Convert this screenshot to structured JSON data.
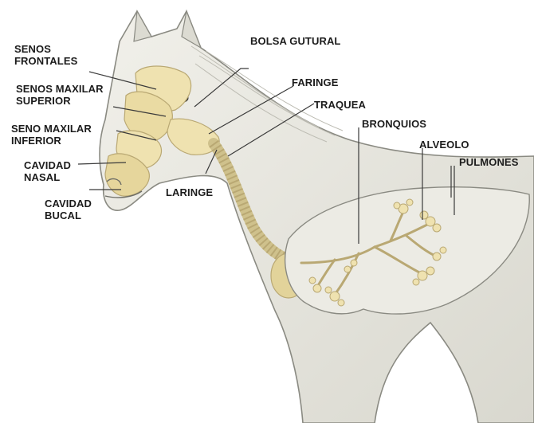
{
  "diagram": {
    "labels": {
      "senos_frontales": [
        "SENOS",
        "FRONTALES"
      ],
      "senos_maxilar_superior": [
        "SENOS MAXILAR",
        "SUPERIOR"
      ],
      "seno_maxilar_inferior": [
        "SENO MAXILAR",
        "INFERIOR"
      ],
      "cavidad_nasal": [
        "CAVIDAD",
        "NASAL"
      ],
      "cavidad_bucal": [
        "CAVIDAD",
        "BUCAL"
      ],
      "bolsa_gutural": "BOLSA GUTURAL",
      "faringe": "FARINGE",
      "traquea": "TRAQUEA",
      "laringe": "LARINGE",
      "bronquios": "BRONQUIOS",
      "alveolo": "ALVEOLO",
      "pulmones": "PULMONES"
    },
    "colors": {
      "background": "#ffffff",
      "body": "#e9e8e1",
      "outline": "#8a8a82",
      "sinus": "#efe2b0",
      "sinus_edge": "#b9a873",
      "lung": "#ecebe4",
      "leader": "#3a3a3a"
    }
  }
}
